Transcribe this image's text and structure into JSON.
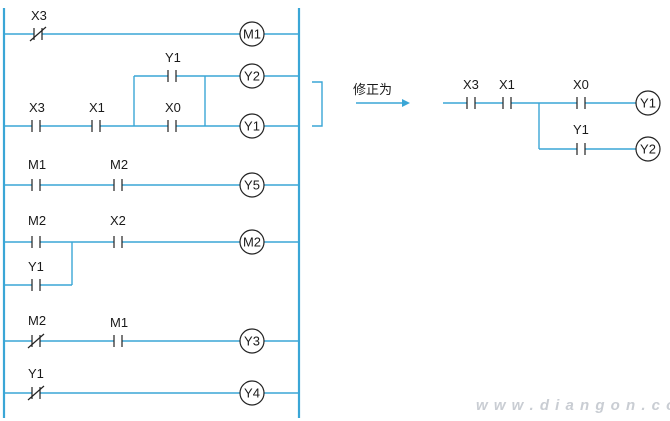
{
  "original_ladder": {
    "rungs": [
      {
        "contacts": [
          {
            "label": "X3",
            "type": "nc"
          }
        ],
        "coil": "M1"
      },
      {
        "contacts": [
          {
            "label": "X3",
            "type": "no"
          },
          {
            "label": "X1",
            "type": "no"
          }
        ],
        "branch_contacts": [
          {
            "label": "Y1",
            "type": "no"
          },
          {
            "label": "X0",
            "type": "no"
          }
        ],
        "coils": [
          "Y2",
          "Y1"
        ]
      },
      {
        "contacts": [
          {
            "label": "M1",
            "type": "no"
          },
          {
            "label": "M2",
            "type": "no"
          }
        ],
        "coil": "Y5"
      },
      {
        "contacts": [
          {
            "label": "M2",
            "type": "no"
          },
          {
            "label": "X2",
            "type": "no"
          }
        ],
        "parallel_contact": {
          "label": "Y1",
          "type": "no"
        },
        "coil": "M2"
      },
      {
        "contacts": [
          {
            "label": "M2",
            "type": "nc"
          },
          {
            "label": "M1",
            "type": "no"
          }
        ],
        "coil": "Y3"
      },
      {
        "contacts": [
          {
            "label": "Y1",
            "type": "nc"
          }
        ],
        "coil": "Y4"
      }
    ]
  },
  "arrow_label": "修正为",
  "corrected_ladder": {
    "contacts": [
      {
        "label": "X3",
        "type": "no"
      },
      {
        "label": "X1",
        "type": "no"
      }
    ],
    "branch_top": {
      "contact": {
        "label": "X0",
        "type": "no"
      },
      "coil": "Y1"
    },
    "branch_bottom": {
      "contact": {
        "label": "Y1",
        "type": "no"
      },
      "coil": "Y2"
    }
  },
  "watermark": "w w w . d i a n g o n . c o m",
  "colors": {
    "wire": "#3aa6d6",
    "symbol": "#222222",
    "watermark": "#c9cdd3"
  }
}
